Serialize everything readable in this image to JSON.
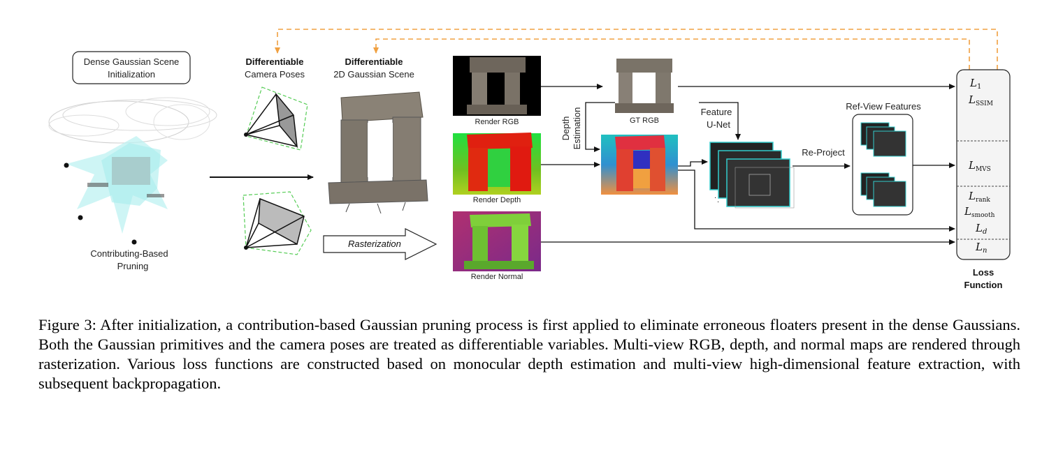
{
  "labels": {
    "init_box": [
      "Dense Gaussian Scene",
      "Initialization"
    ],
    "pruning": [
      "Contributing-Based",
      "Pruning"
    ],
    "cam_poses": [
      "Differentiable",
      "Camera Poses"
    ],
    "scene2d": [
      "Differentiable",
      "2D Gaussian Scene"
    ],
    "rasterization": "Rasterization",
    "render_rgb": "Render RGB",
    "render_depth": "Render Depth",
    "render_normal": "Render Normal",
    "gt_rgb": "GT RGB",
    "depth_estimation": [
      "Depth",
      "Estimation"
    ],
    "feature_unet": [
      "Feature",
      "U-Net"
    ],
    "reproject": "Re-Project",
    "refview": "Ref-View Features",
    "loss_function": [
      "Loss",
      "Function"
    ]
  },
  "losses": {
    "l1": "L",
    "l1_sub": "1",
    "ssim": "L",
    "ssim_sub": "SSIM",
    "mvs": "L",
    "mvs_sub": "MVS",
    "rank": "L",
    "rank_sub": "rank",
    "smooth": "L",
    "smooth_sub": "smooth",
    "d": "L",
    "d_sub": "d",
    "n": "L",
    "n_sub": "n"
  },
  "caption": "Figure 3: After initialization, a contribution-based Gaussian pruning process is first applied to eliminate erroneous floaters present in the dense Gaussians. Both the Gaussian primitives and the camera poses are treated as differentiable variables. Multi-view RGB, depth, and normal maps are rendered through rasterization. Various loss functions are constructed based on monocular depth estimation and multi-view high-dimensional feature extraction, with subsequent backpropagation.",
  "colors": {
    "dashed_feedback": "#f0a040",
    "camera_dash": "#55cc55",
    "feature_edge": "#33cccc"
  }
}
